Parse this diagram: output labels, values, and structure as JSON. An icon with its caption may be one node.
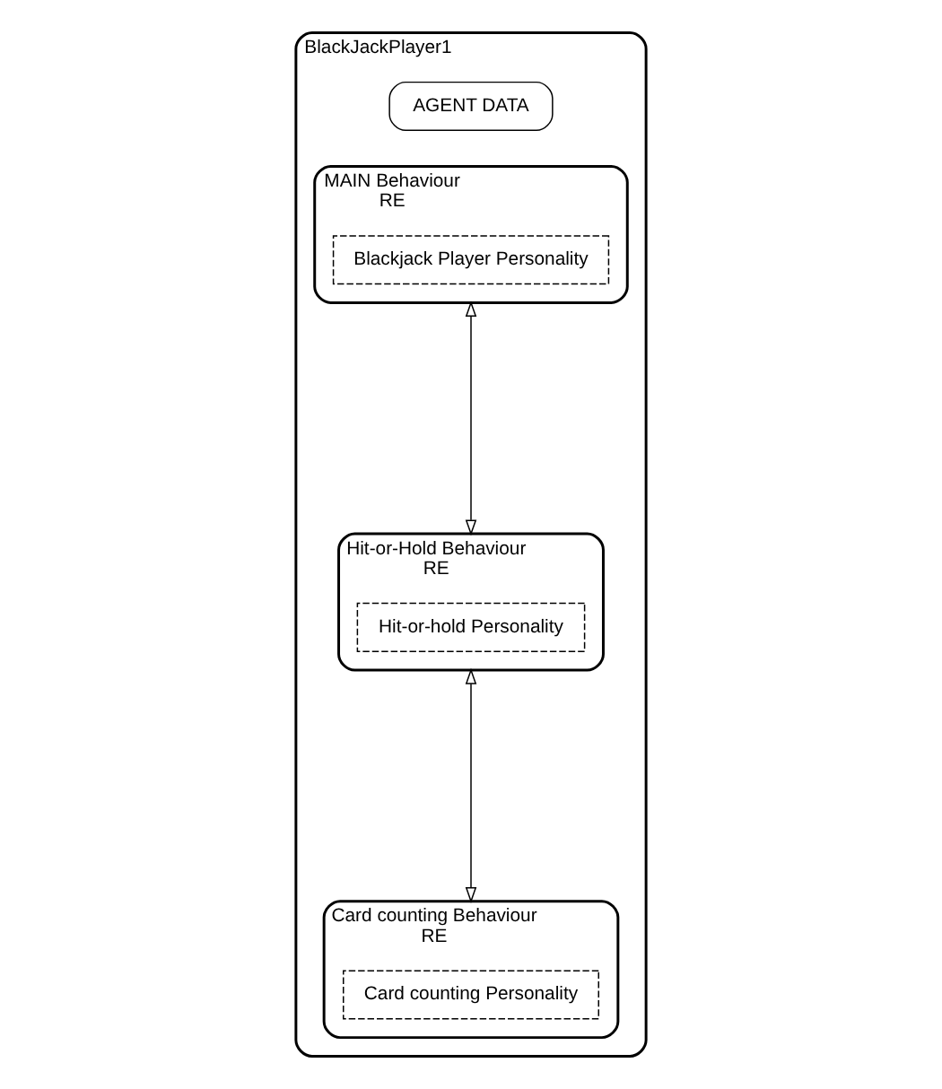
{
  "diagram": {
    "nodes": [
      {
        "text": [
          "BlackJackPlayer1"
        ]
      },
      {
        "text": [
          "AGENT DATA"
        ],
        "in": 0
      },
      {
        "text": [
          "MAIN Behaviour",
          "RE"
        ],
        "in": 0
      },
      {
        "text": [
          "Blackjack Player Personality"
        ],
        "in": 2
      },
      {
        "text": [
          "Hit-or-Hold Behaviour",
          "RE"
        ],
        "in": 0
      },
      {
        "text": [
          "Hit-or-hold Personality"
        ],
        "in": 4
      },
      {
        "text": [
          "Card counting Behaviour",
          "RE"
        ],
        "in": 0
      },
      {
        "text": [
          "Card counting Personality"
        ],
        "in": 6
      }
    ],
    "edges": [
      {
        "from": 2,
        "to": 4,
        "arrow": "both"
      },
      {
        "from": 4,
        "to": 6,
        "arrow": "both"
      }
    ]
  }
}
